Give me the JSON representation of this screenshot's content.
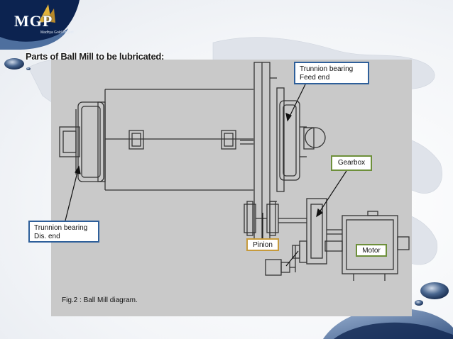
{
  "logo": {
    "name": "MGP",
    "tagline": "Madhya Gold Project"
  },
  "slide": {
    "title": "Parts of Ball Mill to be lubricated:"
  },
  "labels": {
    "trunnion_feed": [
      "Trunnion bearing",
      "Feed end"
    ],
    "gearbox": "Gearbox",
    "trunnion_dis": [
      "Trunnion bearing",
      "Dis. end"
    ],
    "pinion": "Pinion",
    "motor": "Motor"
  },
  "caption": "Fig.2 : Ball Mill diagram.",
  "colors": {
    "panel_gray": "#c9c9c9",
    "callout_blue": "#2e5f9a",
    "callout_green": "#6d8f3a",
    "callout_gold": "#c69a3c",
    "logo_blue": "#1b3a6b"
  }
}
